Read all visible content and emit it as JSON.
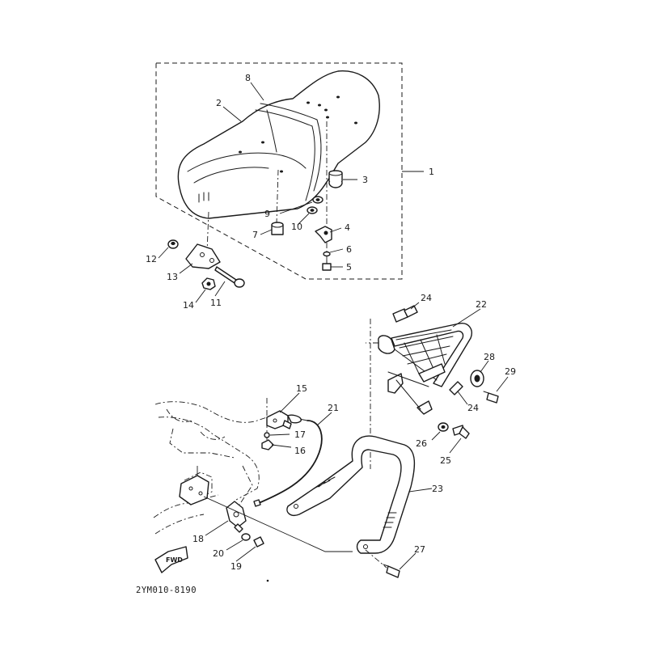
{
  "diagram": {
    "part_code": "2YM010-8190",
    "direction_arrow": "FWD",
    "callouts": [
      {
        "id": "c1",
        "text": "1"
      },
      {
        "id": "c2",
        "text": "2"
      },
      {
        "id": "c3",
        "text": "3"
      },
      {
        "id": "c4",
        "text": "4"
      },
      {
        "id": "c5",
        "text": "5"
      },
      {
        "id": "c6",
        "text": "6"
      },
      {
        "id": "c7",
        "text": "7"
      },
      {
        "id": "c8",
        "text": "8"
      },
      {
        "id": "c9",
        "text": "9"
      },
      {
        "id": "c10",
        "text": "10"
      },
      {
        "id": "c11",
        "text": "11"
      },
      {
        "id": "c12",
        "text": "12"
      },
      {
        "id": "c13",
        "text": "13"
      },
      {
        "id": "c14",
        "text": "14"
      },
      {
        "id": "c15",
        "text": "15"
      },
      {
        "id": "c16",
        "text": "16"
      },
      {
        "id": "c17",
        "text": "17"
      },
      {
        "id": "c18",
        "text": "18"
      },
      {
        "id": "c19",
        "text": "19"
      },
      {
        "id": "c20",
        "text": "20"
      },
      {
        "id": "c21",
        "text": "21"
      },
      {
        "id": "c22",
        "text": "22"
      },
      {
        "id": "c23",
        "text": "23"
      },
      {
        "id": "c24a",
        "text": "24"
      },
      {
        "id": "c24b",
        "text": "24"
      },
      {
        "id": "c25",
        "text": "25"
      },
      {
        "id": "c26",
        "text": "26"
      },
      {
        "id": "c27",
        "text": "27"
      },
      {
        "id": "c28",
        "text": "28"
      },
      {
        "id": "c29",
        "text": "29"
      }
    ]
  }
}
